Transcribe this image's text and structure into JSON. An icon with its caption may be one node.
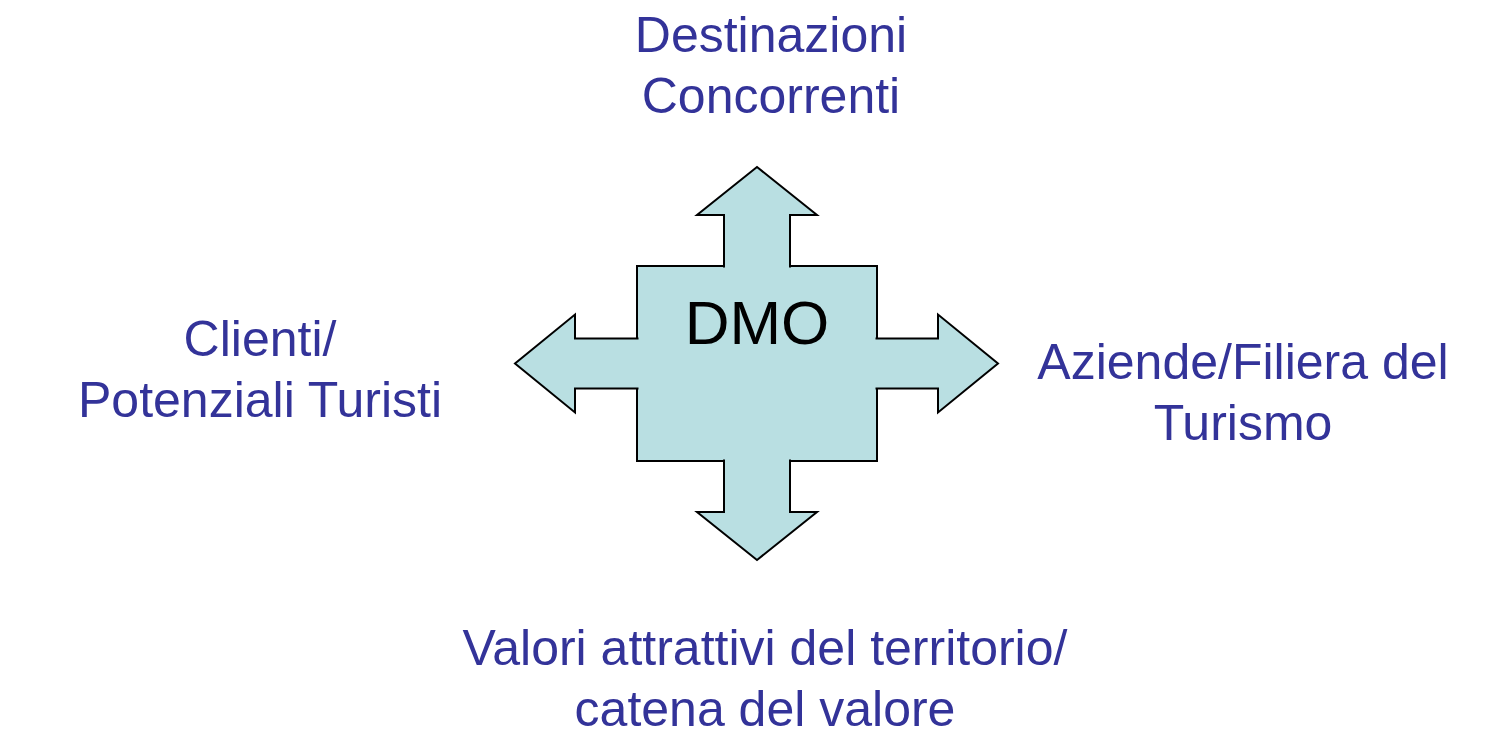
{
  "diagram": {
    "nodes": [
      {
        "text": [
          "DMO"
        ]
      },
      {
        "text": [
          "Destinazioni Concorrenti"
        ]
      },
      {
        "text": [
          "Clienti/ Potenziali Turisti"
        ]
      },
      {
        "text": [
          "Aziende/Filiera del Turismo"
        ]
      },
      {
        "text": [
          "Valori attrattivi del territorio/ catena del valore"
        ]
      }
    ],
    "edges": [
      {
        "from": 0,
        "to": 1,
        "arrow": "to"
      },
      {
        "from": 0,
        "to": 2,
        "arrow": "to"
      },
      {
        "from": 0,
        "to": 3,
        "arrow": "to"
      },
      {
        "from": 0,
        "to": 4,
        "arrow": "to"
      }
    ]
  }
}
